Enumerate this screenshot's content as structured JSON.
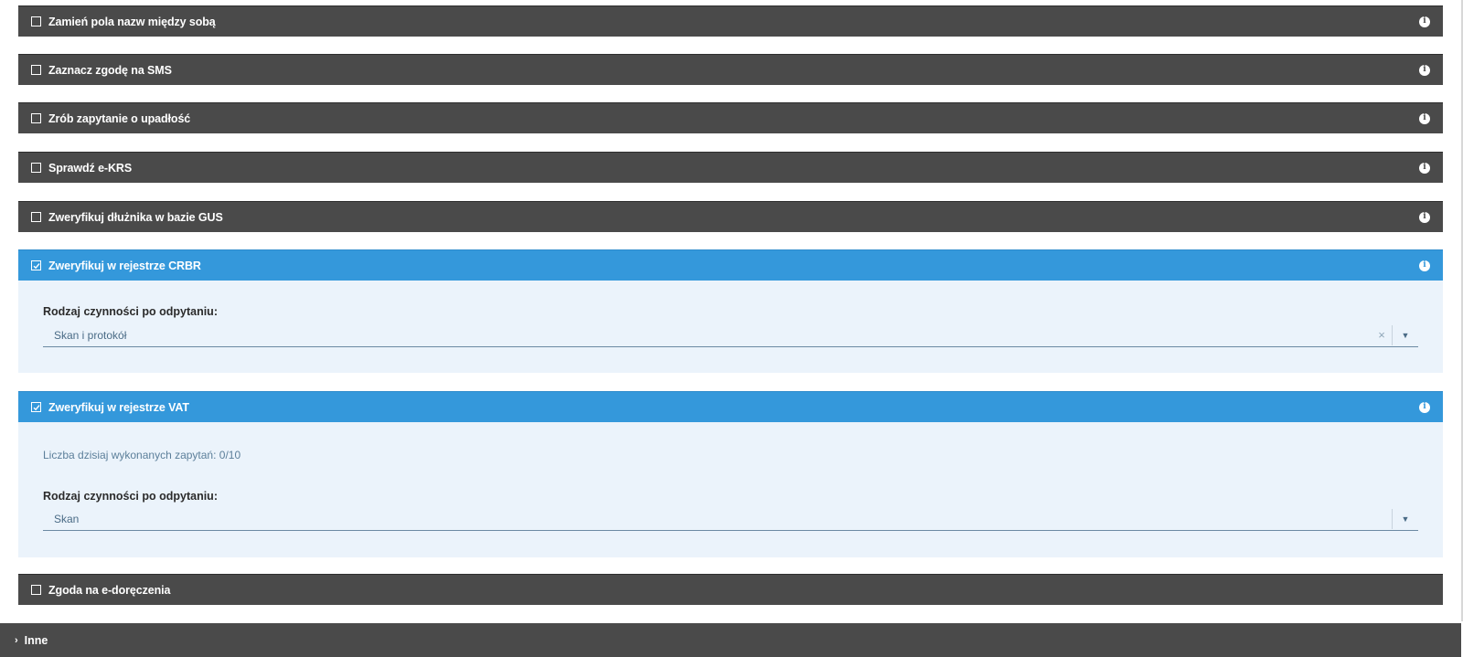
{
  "sections": [
    {
      "label": "Zamień pola nazw między sobą",
      "checked": false
    },
    {
      "label": "Zaznacz zgodę na SMS",
      "checked": false
    },
    {
      "label": "Zrób zapytanie o upadłość",
      "checked": false
    },
    {
      "label": "Sprawdź e-KRS",
      "checked": false
    },
    {
      "label": "Zweryfikuj dłużnika w bazie GUS",
      "checked": false
    },
    {
      "label": "Zweryfikuj w rejestrze CRBR",
      "checked": true,
      "field_label": "Rodzaj czynności po odpytaniu:",
      "select_value": "Skan i protokół",
      "clear_symbol": "×",
      "arrow_symbol": "▼"
    },
    {
      "label": "Zweryfikuj w rejestrze VAT",
      "checked": true,
      "info_text": "Liczba dzisiaj wykonanych zapytań: 0/10",
      "field_label": "Rodzaj czynności po odpytaniu:",
      "select_value": "Skan",
      "arrow_symbol": "▼"
    },
    {
      "label": "Zgoda na e-doręczenia",
      "checked": false
    }
  ],
  "bottom_bar": {
    "label": "Inne",
    "chevron": "›"
  },
  "icons": {
    "info": "info-icon",
    "checkbox": "checkbox-icon",
    "chevron": "chevron-right-icon"
  },
  "colors": {
    "dark_header": "#4a4a4a",
    "active_header": "#3498db",
    "panel_bg": "#ebf3fb"
  }
}
